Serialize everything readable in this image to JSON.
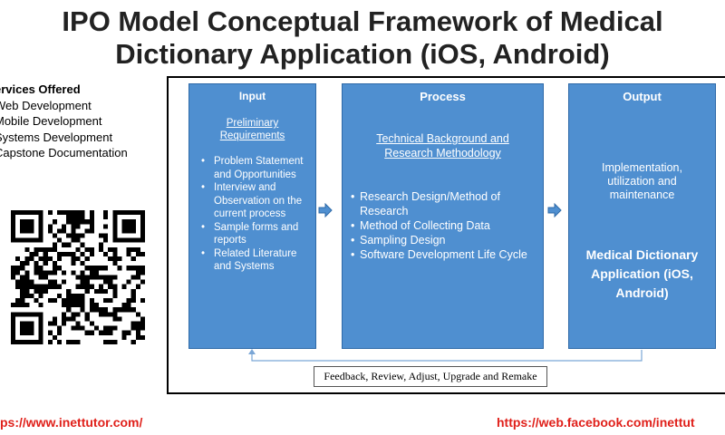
{
  "title": {
    "line1": "IPO Model Conceptual Framework of Medical",
    "line2": "Dictionary Application (iOS, Android)"
  },
  "services": {
    "heading": "ervices Offered",
    "items": [
      "Web Development",
      "Mobile Development",
      "Systems Development",
      "Capstone Documentation"
    ]
  },
  "qr_icon": "qr-code",
  "diagram": {
    "input": {
      "heading": "Input",
      "sub": "Preliminary Requirements",
      "items": [
        "Problem Statement and Opportunities",
        "Interview and Observation on the current process",
        "Sample forms and reports",
        "Related Literature and Systems"
      ]
    },
    "process": {
      "heading": "Process",
      "sub": "Technical Background and Research Methodology",
      "items": [
        "Research Design/Method of Research",
        "Method of Collecting Data",
        "Sampling Design",
        "Software Development Life Cycle"
      ]
    },
    "output": {
      "heading": "Output",
      "text": "Implementation, utilization and maintenance",
      "result": "Medical Dictionary Application (iOS, Android)"
    },
    "feedback": "Feedback, Review, Adjust, Upgrade and Remake"
  },
  "links": {
    "left": "ps://www.inettutor.com/",
    "right": "https://web.facebook.com/inettut"
  },
  "colors": {
    "box_fill": "#4f8fd0",
    "box_border": "#2e6aa8",
    "arrow": "#4f8fd0",
    "link": "#e0201a"
  }
}
